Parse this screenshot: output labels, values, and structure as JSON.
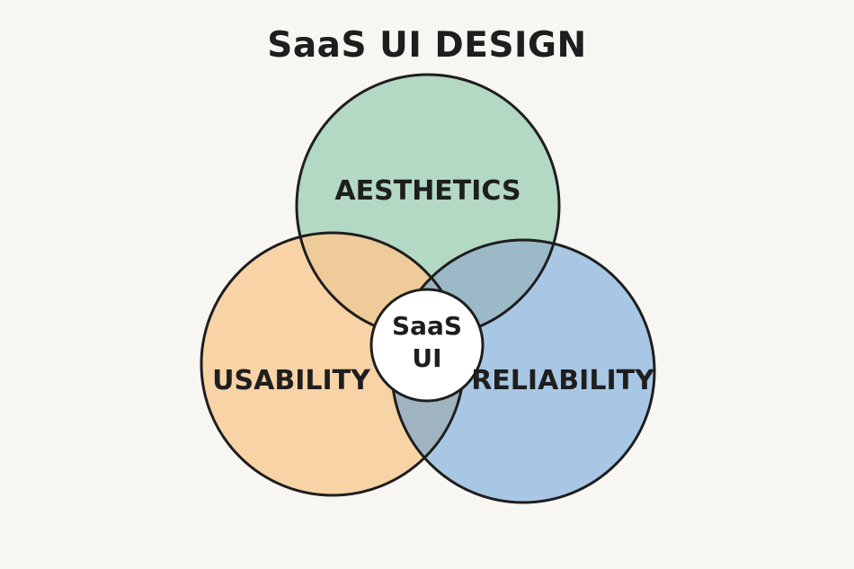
{
  "title": "SaaS UI DESIGN",
  "circles": {
    "aesthetics": {
      "label": "AESTHETICS",
      "color": "#b3d8c4"
    },
    "usability": {
      "label": "USABILITY",
      "color": "#f7d3a6"
    },
    "reliability": {
      "label": "RELIABILITY",
      "color": "#a8c7e4"
    }
  },
  "overlap_colors": {
    "aesthetics_usability": "#eecb99",
    "aesthetics_reliability": "#9cb9c8",
    "usability_reliability": "#9fb4c0"
  },
  "center": {
    "line1": "SaaS",
    "line2": "UI"
  },
  "outline_color": "#1e1e1e"
}
